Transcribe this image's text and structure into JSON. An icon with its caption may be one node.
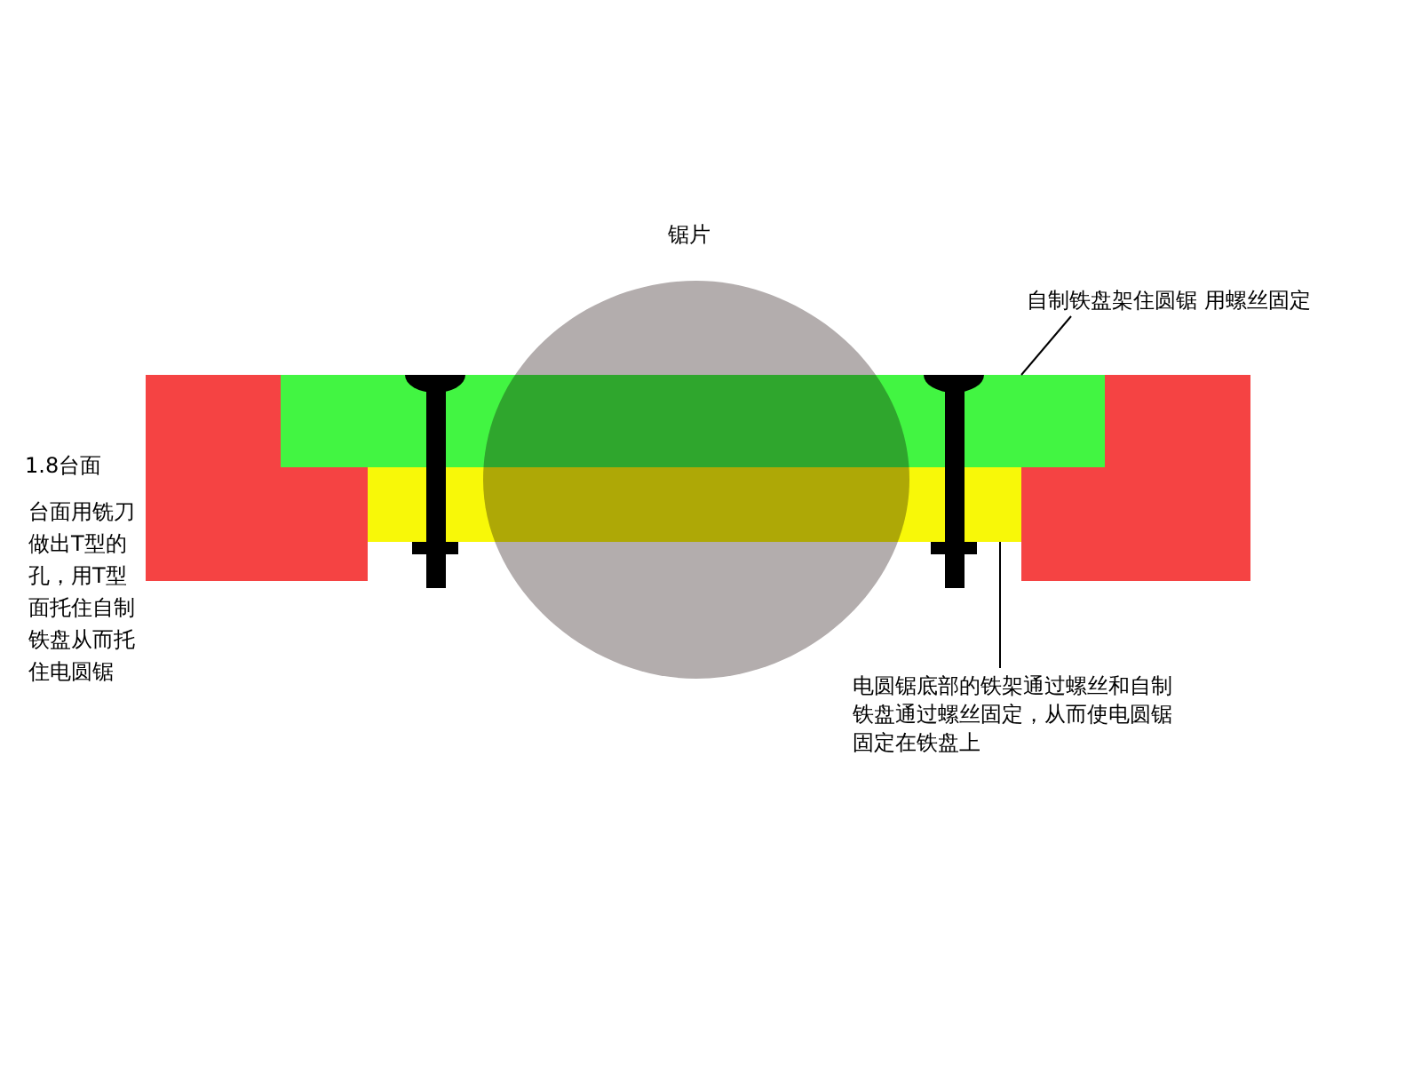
{
  "diagram": {
    "nodes": [
      {
        "text": [
          "自制铁盘架住圆锯 用螺丝固定"
        ]
      },
      {
        "text": [],
        "shape": "box"
      },
      {
        "text": [
          "电圆锯底部的铁架通过螺丝和自制铁盘通过螺丝固定，从而使电圆锯固定在铁盘上"
        ]
      },
      {
        "text": [],
        "shape": "box"
      }
    ],
    "edges": [
      {
        "from": 0,
        "to": 1,
        "arrow": "none"
      },
      {
        "from": 2,
        "to": 3,
        "arrow": "none"
      }
    ],
    "labels": [
      "锯片",
      "1.8台面",
      "台面用铣刀做出T型的孔，用T型面托住自制铁盘从而托住电圆锯"
    ]
  }
}
